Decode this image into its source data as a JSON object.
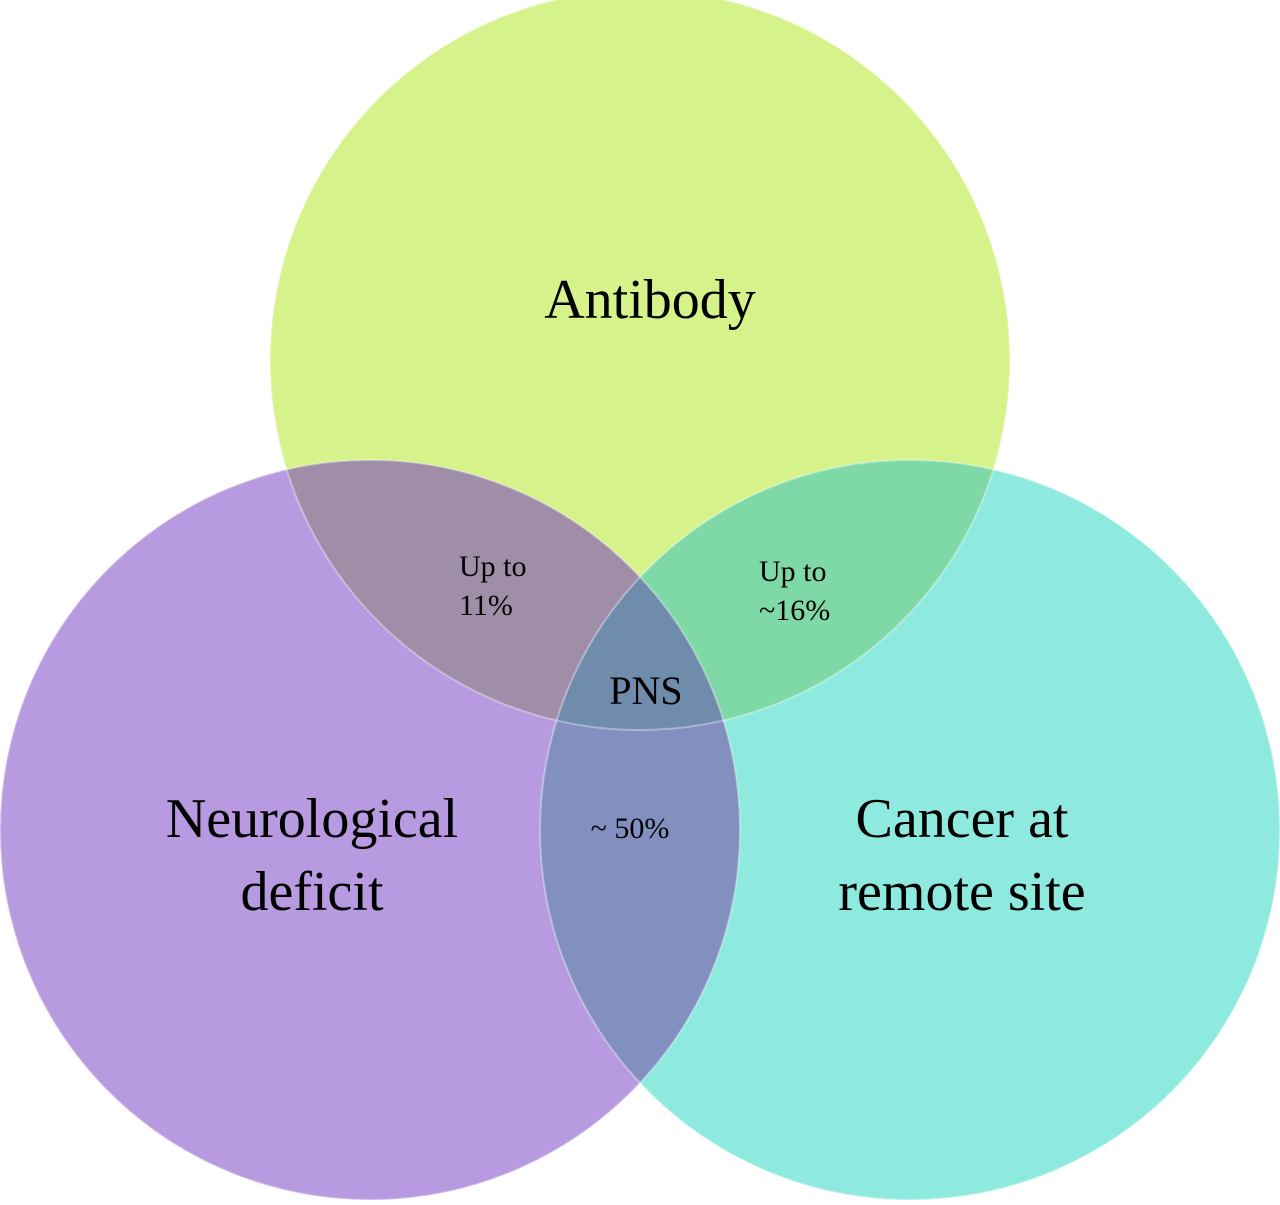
{
  "sets": {
    "antibody": {
      "label": "Antibody",
      "color": "#d6f28a"
    },
    "neuro": {
      "label_line1": "Neurological",
      "label_line2": "deficit",
      "color": "#b79adf"
    },
    "cancer": {
      "label_line1": "Cancer at",
      "label_line2": "remote site",
      "color": "#8eeade"
    }
  },
  "overlaps": {
    "antibody_neuro": {
      "line1": "Up to",
      "line2": "11%",
      "color": "#a08ea8"
    },
    "antibody_cancer": {
      "line1": "Up to",
      "line2": "~16%",
      "color": "#7fd9a6"
    },
    "neuro_cancer": {
      "line1": "~ 50%",
      "color": "#8290c0"
    },
    "center": {
      "label": "PNS",
      "color": "#6f8cac"
    }
  }
}
